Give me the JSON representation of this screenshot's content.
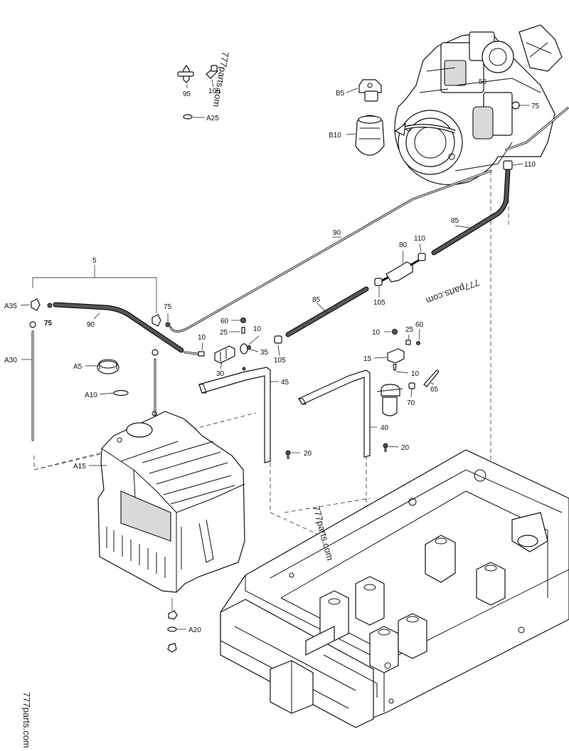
{
  "watermark": "777parts.com",
  "callouts": {
    "c95": "95",
    "c100": "100",
    "a25": "A25",
    "b5": "B5",
    "b10": "B10",
    "c50": "50",
    "c75_top": "75",
    "c110_top": "110",
    "c85_top": "85",
    "c110_mid": "110",
    "c80": "80",
    "c90_top": "90",
    "c5": "5",
    "a35": "A35",
    "c75_left": "75",
    "c90_left": "90",
    "c75_mid": "75",
    "c60_left": "60",
    "c25_left": "25",
    "c10_left_a": "10",
    "c10_left_b": "10",
    "c35": "35",
    "c30": "30",
    "c105_left": "105",
    "c85_mid": "85",
    "c105_mid": "105",
    "a30": "A30",
    "a5": "A5",
    "a10": "A10",
    "c45": "45",
    "c10_right_a": "10",
    "c25_right": "25",
    "c60_right": "60",
    "c15": "15",
    "c10_right_b": "10",
    "c65": "65",
    "c70": "70",
    "c40": "40",
    "c20_left": "20",
    "c20_right": "20",
    "a15": "A15",
    "a20": "A20"
  },
  "colors": {
    "line": "#111111",
    "background": "#ffffff",
    "hose_fill": "#555555"
  }
}
